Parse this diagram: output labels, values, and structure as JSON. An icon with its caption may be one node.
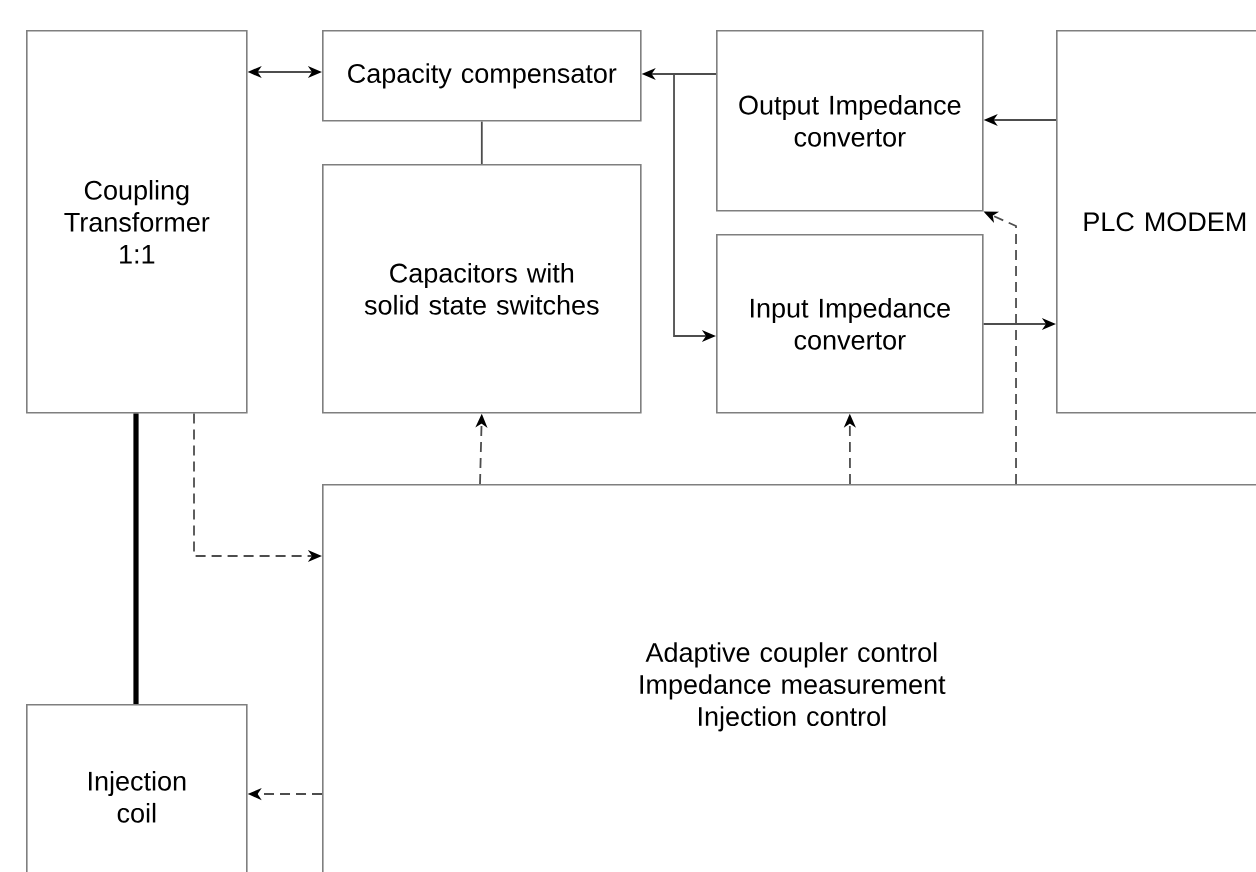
{
  "diagram": {
    "nodes": [
      {
        "text": [
          "Coupling Transformer 1:1"
        ]
      },
      {
        "text": [
          "Capacity compensator"
        ]
      },
      {
        "text": [
          "Output Impedance convertor"
        ]
      },
      {
        "text": [
          "PLC MODEM"
        ]
      },
      {
        "text": [
          "Capacitors with solid state switches"
        ]
      },
      {
        "text": [
          "Input Impedance convertor"
        ]
      },
      {
        "text": [
          "Adaptive coupler control Impedance measurement Injection control"
        ]
      },
      {
        "text": [
          "Injection coil"
        ]
      }
    ],
    "edges": [
      {
        "from": 0,
        "to": 1,
        "arrow": "both"
      },
      {
        "from": 1,
        "to": 4,
        "arrow": "none"
      },
      {
        "from": 2,
        "to": 1,
        "arrow": "to"
      },
      {
        "from": 2,
        "to": 5,
        "arrow": "to"
      },
      {
        "from": 3,
        "to": 2,
        "arrow": "to"
      },
      {
        "from": 5,
        "to": 3,
        "arrow": "to"
      },
      {
        "from": 0,
        "to": 7,
        "arrow": "none",
        "style": "thick"
      },
      {
        "from": 0,
        "to": 6,
        "arrow": "to",
        "style": "dashed"
      },
      {
        "from": 6,
        "to": 4,
        "arrow": "to",
        "style": "dashed"
      },
      {
        "from": 6,
        "to": 5,
        "arrow": "to",
        "style": "dashed"
      },
      {
        "from": 6,
        "to": 2,
        "arrow": "to",
        "style": "dashed"
      },
      {
        "from": 6,
        "to": 7,
        "arrow": "to",
        "style": "dashed"
      }
    ]
  }
}
